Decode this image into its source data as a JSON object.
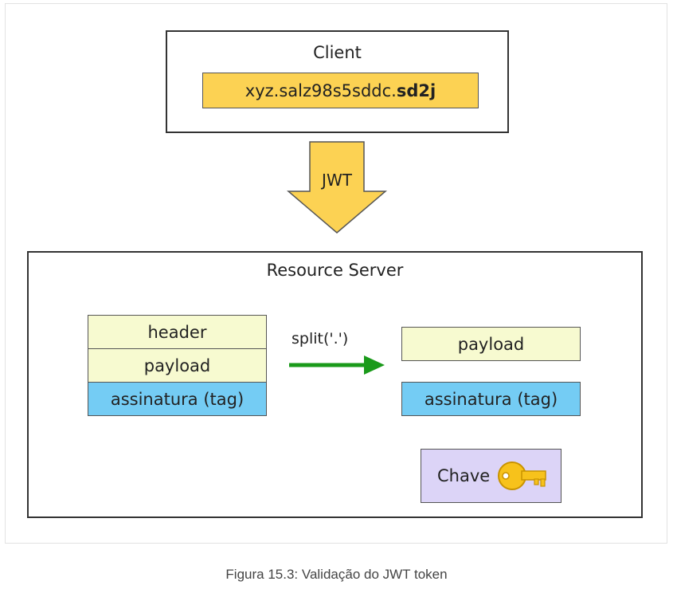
{
  "client": {
    "title": "Client",
    "token_prefix": "xyz.salz98s5sddc.",
    "token_signature": "sd2j"
  },
  "transfer": {
    "label": "JWT"
  },
  "server": {
    "title": "Resource Server",
    "token_parts": [
      "header",
      "payload",
      "assinatura (tag)"
    ],
    "split_label": "split('.')",
    "extracted_parts": [
      "payload",
      "assinatura (tag)"
    ],
    "key_label": "Chave"
  },
  "caption": "Figura 15.3: Validação do JWT token",
  "colors": {
    "token": "#fcd253",
    "arrow_jwt": "#fcd253",
    "part_light": "#f7fad0",
    "part_signature": "#74ccf4",
    "split_arrow": "#1a9a1a",
    "key_box": "#dcd4f7",
    "key_icon": "#f7c21b"
  },
  "icons": {
    "key": "key-icon"
  }
}
